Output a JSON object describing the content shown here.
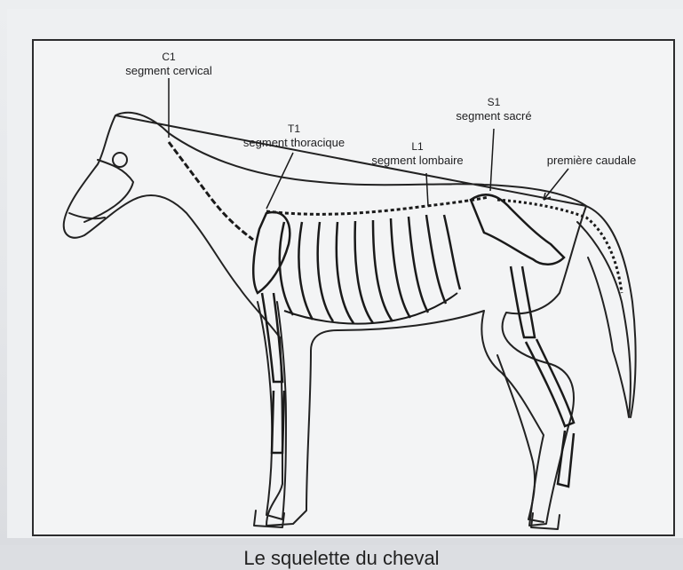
{
  "labels": {
    "cervical": {
      "code": "C1",
      "text": "segment cervical"
    },
    "thoracic": {
      "code": "T1",
      "text": "segment thoracique"
    },
    "lumbar": {
      "code": "L1",
      "text": "segment lombaire"
    },
    "sacral": {
      "code": "S1",
      "text": "segment sacré"
    },
    "caudal": {
      "text": "première caudale"
    }
  },
  "caption": "Le squelette du cheval"
}
